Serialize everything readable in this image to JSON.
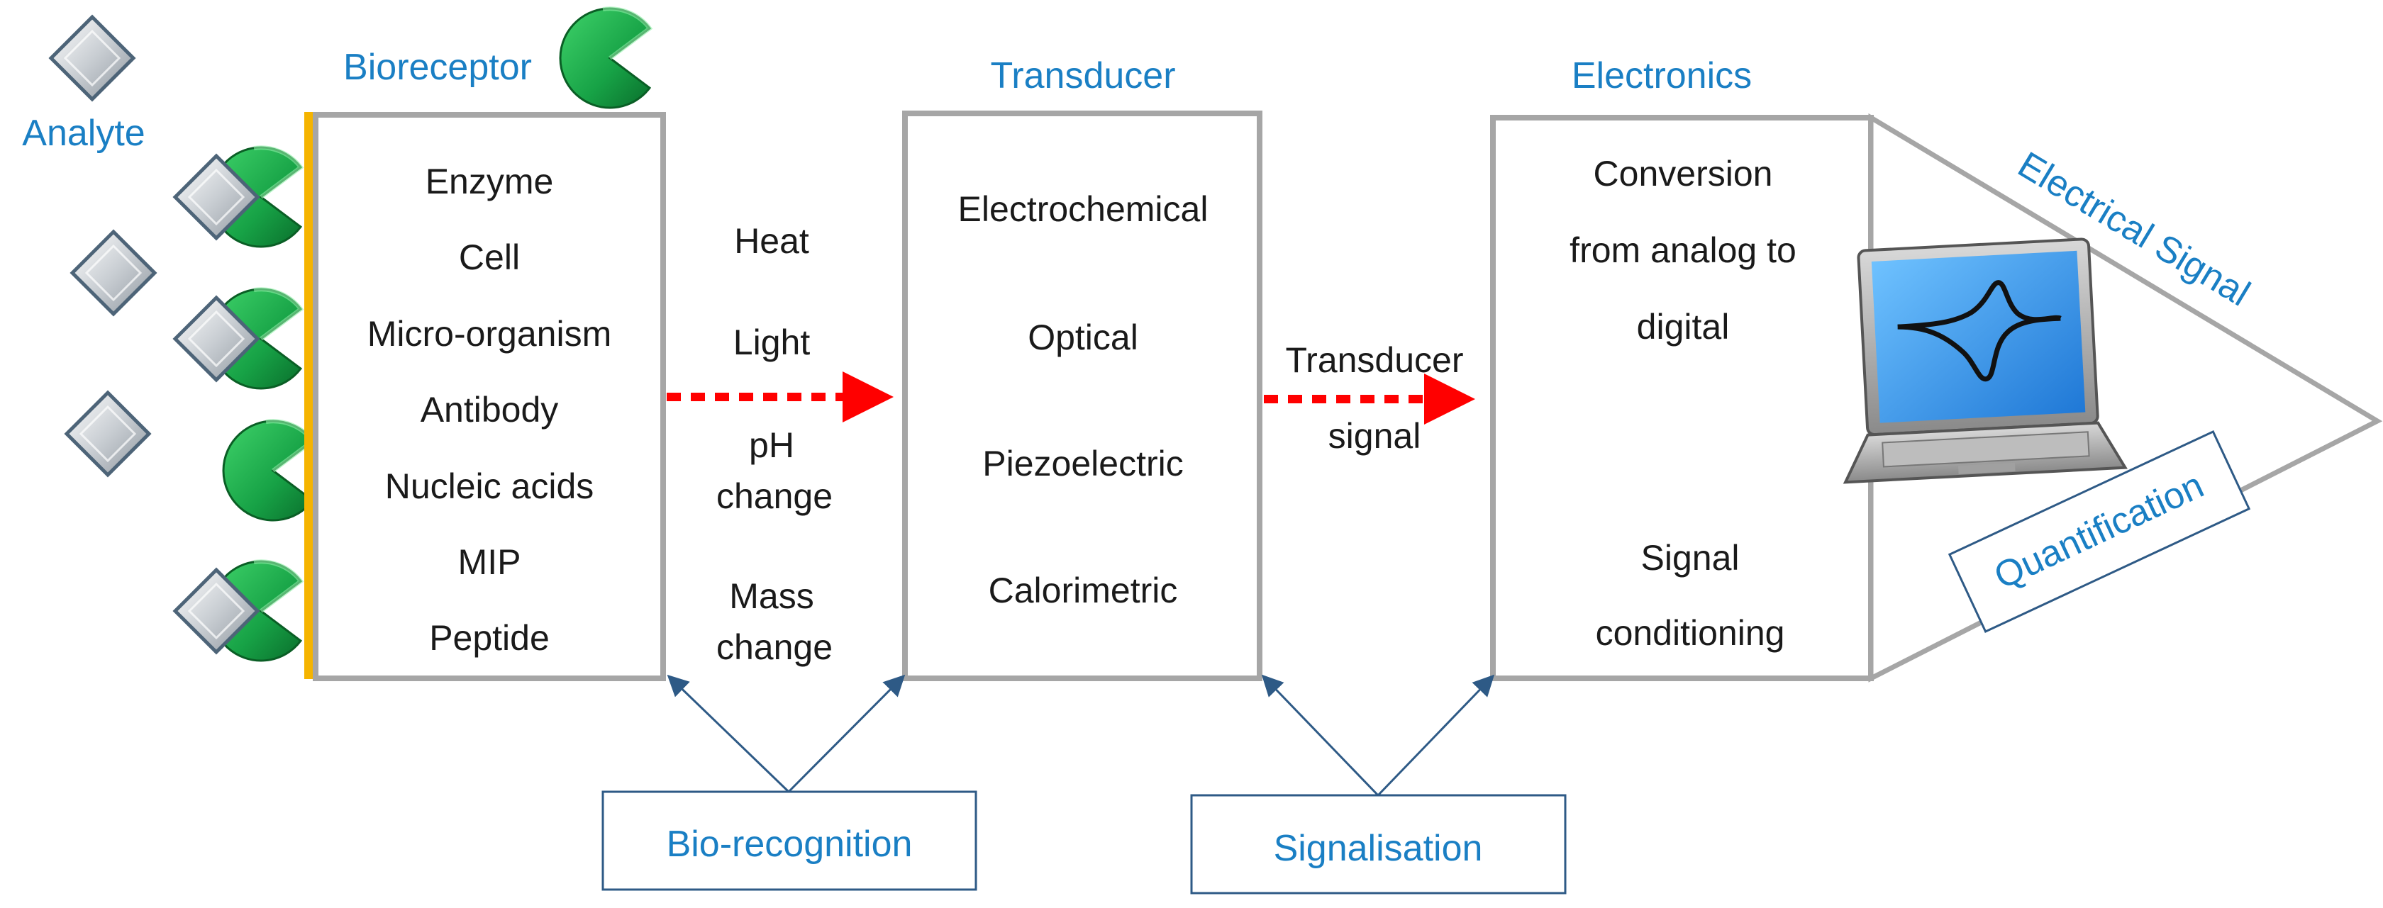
{
  "colors": {
    "label_blue": "#1a7fc4",
    "box_border": "#a6a6a6",
    "arrow_red": "#ff0000",
    "connector_blue": "#2e5a86",
    "bar_yellow": "#f5b400",
    "receptor_green": "#1fa84a"
  },
  "analyte": {
    "label": "Analyte",
    "icon": "diamond-icon"
  },
  "bioreceptor": {
    "title": "Bioreceptor",
    "icon": "pacman-receptor-icon",
    "items": [
      "Enzyme",
      "Cell",
      "Micro-organism",
      "Antibody",
      "Nucleic acids",
      "MIP",
      "Peptide"
    ]
  },
  "bio_signals": [
    "Heat",
    "Light",
    "pH",
    "change",
    "Mass",
    "change"
  ],
  "transducer": {
    "title": "Transducer",
    "items": [
      "Electrochemical",
      "Optical",
      "Piezoelectric",
      "Calorimetric"
    ]
  },
  "transducer_signal": [
    "Transducer",
    "signal"
  ],
  "electronics": {
    "title": "Electronics",
    "items": [
      "Conversion",
      "from analog to",
      "digital",
      "Signal",
      "conditioning"
    ]
  },
  "output": {
    "electrical_signal": "Electrical Signal",
    "quantification": "Quantification",
    "icon": "laptop-icon"
  },
  "process_boxes": {
    "bio_recognition": "Bio-recognition",
    "signalisation": "Signalisation"
  }
}
